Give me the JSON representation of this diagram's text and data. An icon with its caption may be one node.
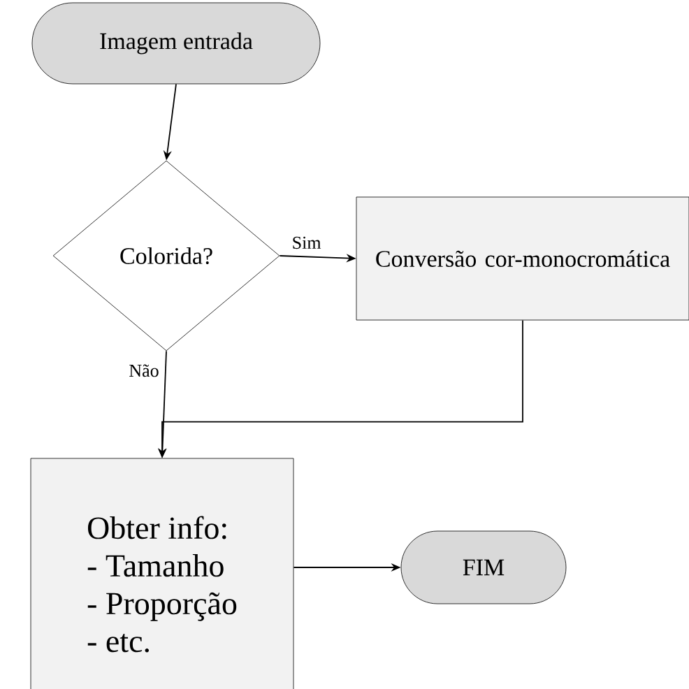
{
  "diagram": {
    "nodes": [
      {
        "text": [
          "Imagem entrada"
        ]
      },
      {
        "text": [
          "Colorida?"
        ]
      },
      {
        "text": [
          "Conversão cor-monocromática"
        ]
      },
      {
        "text": [
          "Obter info:",
          "- Tamanho",
          "- Proporção",
          "- etc."
        ]
      },
      {
        "text": [
          "FIM"
        ]
      }
    ],
    "edges": [
      {
        "from": 0,
        "to": 1,
        "arrow": "to"
      },
      {
        "from": 1,
        "to": 2,
        "arrow": "to",
        "label": "Sim"
      },
      {
        "from": 1,
        "to": 3,
        "arrow": "to",
        "label": "Não"
      },
      {
        "from": 2,
        "to": 3,
        "arrow": "to"
      },
      {
        "from": 3,
        "to": 4,
        "arrow": "to"
      }
    ]
  }
}
